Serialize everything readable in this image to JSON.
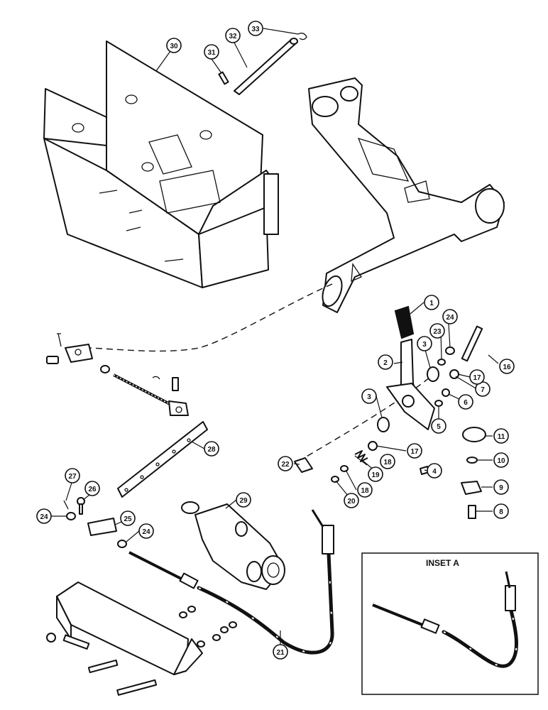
{
  "inset": {
    "title": "INSET A"
  },
  "callouts": [
    {
      "id": "c1",
      "label": "1"
    },
    {
      "id": "c2",
      "label": "2"
    },
    {
      "id": "c3a",
      "label": "3"
    },
    {
      "id": "c3b",
      "label": "3"
    },
    {
      "id": "c4",
      "label": "4"
    },
    {
      "id": "c5",
      "label": "5"
    },
    {
      "id": "c6",
      "label": "6"
    },
    {
      "id": "c7",
      "label": "7"
    },
    {
      "id": "c8",
      "label": "8"
    },
    {
      "id": "c9",
      "label": "9"
    },
    {
      "id": "c10",
      "label": "10"
    },
    {
      "id": "c11",
      "label": "11"
    },
    {
      "id": "c16",
      "label": "16"
    },
    {
      "id": "c17a",
      "label": "17"
    },
    {
      "id": "c17b",
      "label": "17"
    },
    {
      "id": "c18a",
      "label": "18"
    },
    {
      "id": "c18b",
      "label": "18"
    },
    {
      "id": "c19",
      "label": "19"
    },
    {
      "id": "c20",
      "label": "20"
    },
    {
      "id": "c21",
      "label": "21"
    },
    {
      "id": "c22",
      "label": "22"
    },
    {
      "id": "c23",
      "label": "23"
    },
    {
      "id": "c24a",
      "label": "24"
    },
    {
      "id": "c24b",
      "label": "24"
    },
    {
      "id": "c24c",
      "label": "24"
    },
    {
      "id": "c25",
      "label": "25"
    },
    {
      "id": "c26",
      "label": "26"
    },
    {
      "id": "c27",
      "label": "27"
    },
    {
      "id": "c28",
      "label": "28"
    },
    {
      "id": "c29",
      "label": "29"
    },
    {
      "id": "c30",
      "label": "30"
    },
    {
      "id": "c31",
      "label": "31"
    },
    {
      "id": "c32",
      "label": "32"
    },
    {
      "id": "c33",
      "label": "33"
    }
  ]
}
